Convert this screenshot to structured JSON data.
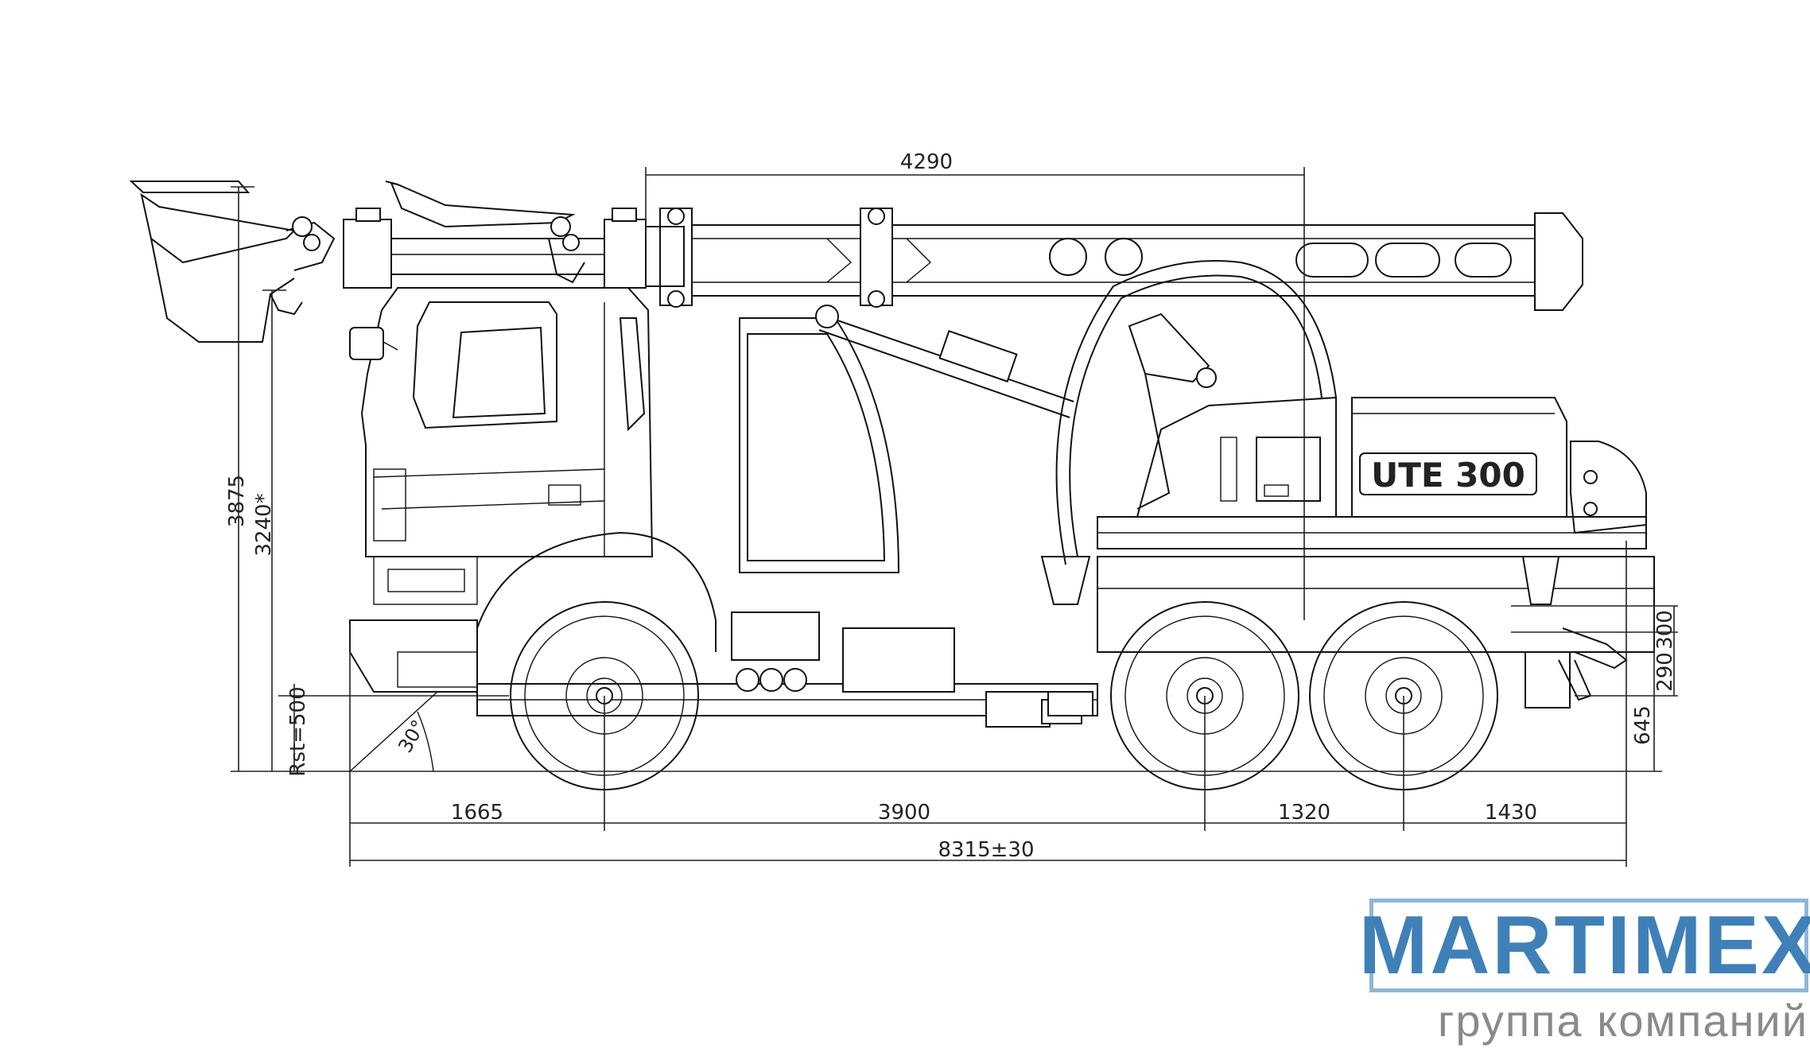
{
  "drawing": {
    "model_plate": "UTE 300",
    "dimensions": {
      "boom_length": "4290",
      "total_height": "3875",
      "boom_height": "3240*",
      "turning_radius": "Rst=500",
      "approach_angle": "30°",
      "front_overhang": "1665",
      "wheelbase": "3900",
      "tandem_spacing": "1320",
      "rear_overhang": "1430",
      "overall_length": "8315±30",
      "rear_height_upper": "290",
      "rear_height_mid": "300",
      "rear_height_lower": "645"
    }
  },
  "logo": {
    "name": "MARTIMEX",
    "tagline": "группа компаний",
    "colors": {
      "box": "#8fb6d8",
      "text": "#3f80b8",
      "tagline": "#8a8a8a"
    }
  }
}
